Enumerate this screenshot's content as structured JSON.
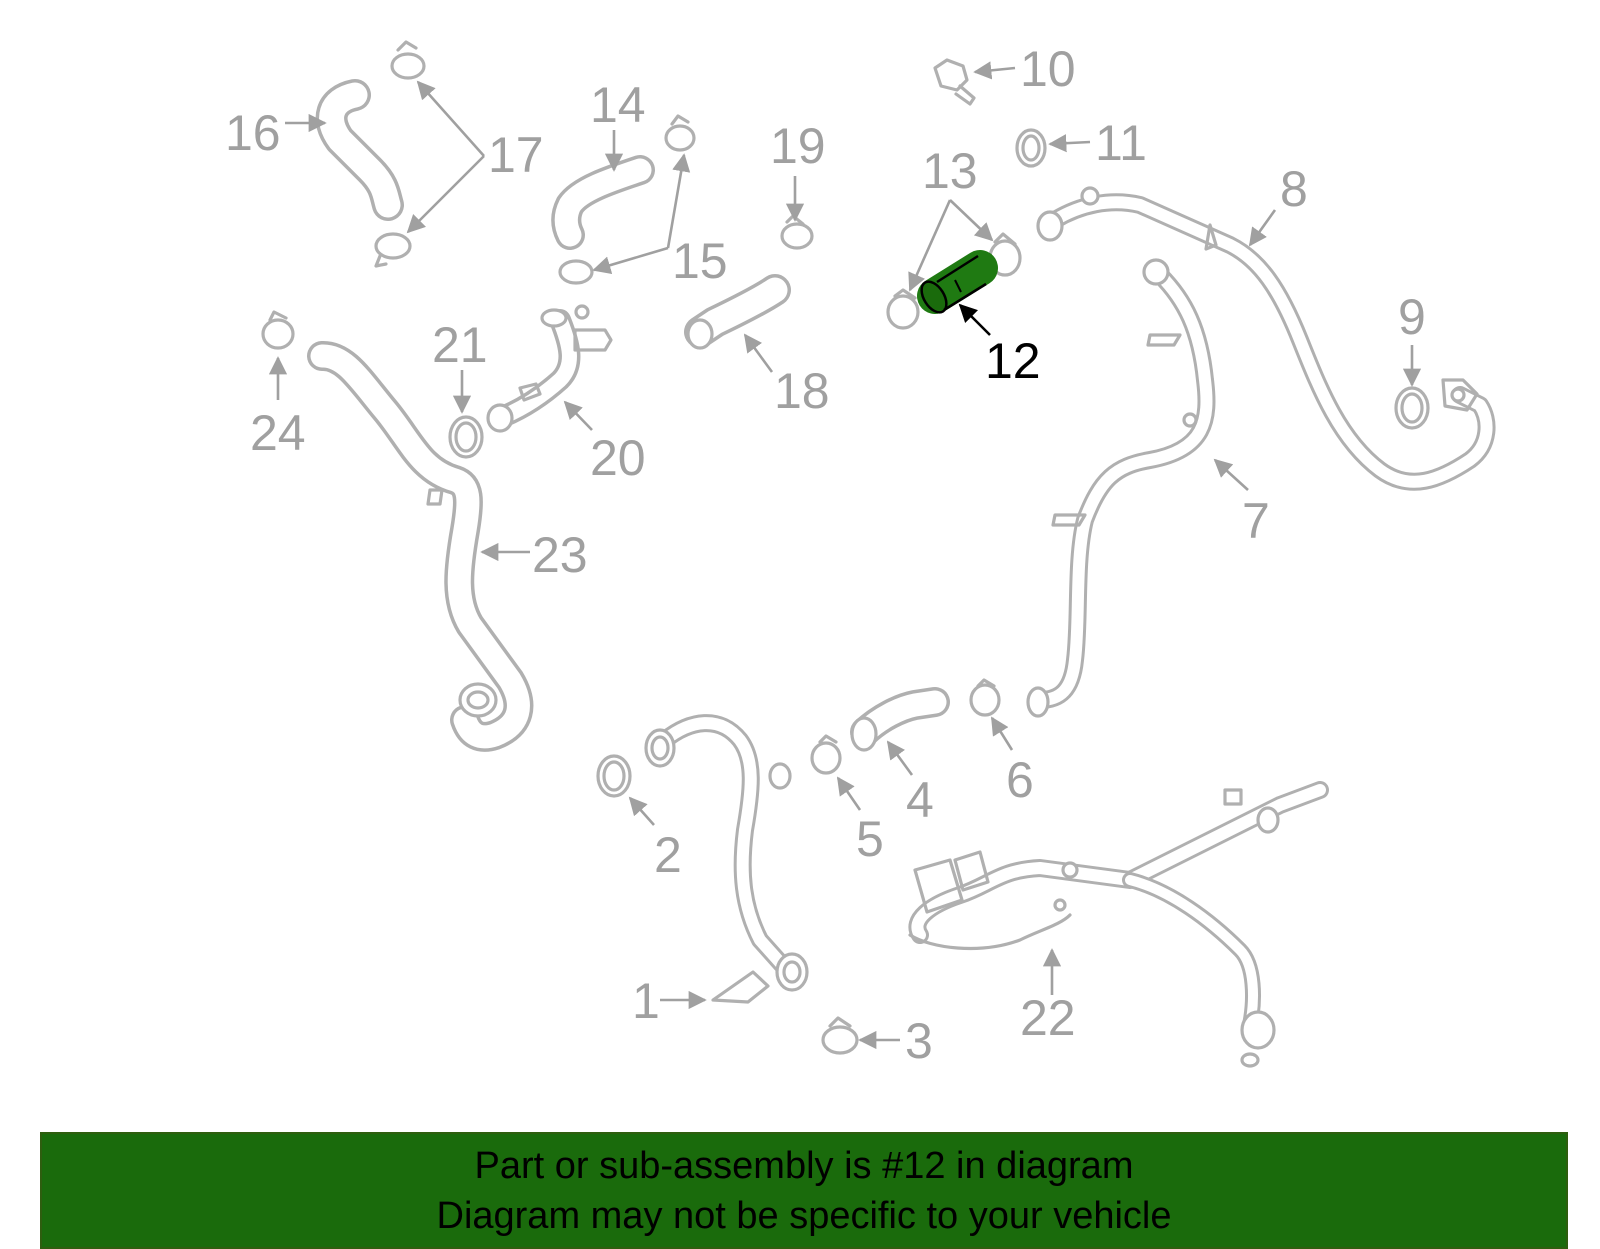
{
  "diagram": {
    "highlight_part": "12",
    "highlight_color": "#1f7a12",
    "part_color": "#b0b0b0",
    "callouts": [
      "1",
      "2",
      "3",
      "4",
      "5",
      "6",
      "7",
      "8",
      "9",
      "10",
      "11",
      "12",
      "13",
      "14",
      "15",
      "16",
      "17",
      "18",
      "19",
      "20",
      "21",
      "22",
      "23",
      "24"
    ]
  },
  "banner": {
    "line1": "Part or sub-assembly is #12 in diagram",
    "line2": "Diagram may not be specific to your vehicle",
    "background": "#1a6b0c"
  }
}
